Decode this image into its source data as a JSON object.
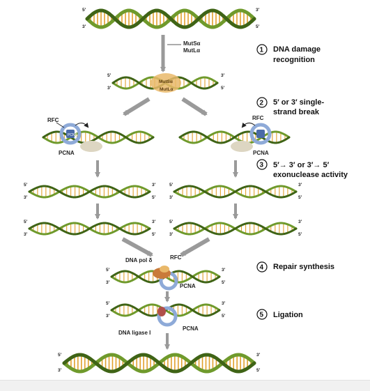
{
  "strand_ends": {
    "five": "5′",
    "three": "3′"
  },
  "proteins": {
    "muts": "MutSα",
    "mutl": "MutLα",
    "rfc": "RFC",
    "pcna": "PCNA",
    "pcna_center": "PCNA",
    "dna_pol": "DNA pol δ",
    "ligase": "DNA ligase I"
  },
  "steps": [
    {
      "number": "1",
      "line1": "DNA damage",
      "line2": "recognition"
    },
    {
      "number": "2",
      "line1": "5′ or 3′ single-",
      "line2": "strand break"
    },
    {
      "number": "3",
      "line1": "5′→ 3′ or 3′→ 5′",
      "line2": "exonuclease activity"
    },
    {
      "number": "4",
      "line1": "Repair synthesis",
      "line2": ""
    },
    {
      "number": "5",
      "line1": "Ligation",
      "line2": ""
    }
  ],
  "colors": {
    "strand": "#6f9a2c",
    "strand_dark": "#3f6416",
    "rung": "#e1a02c",
    "protein": "#e9b86a",
    "clamp": "#8eaad8",
    "arrow": "#9a9a9a"
  }
}
